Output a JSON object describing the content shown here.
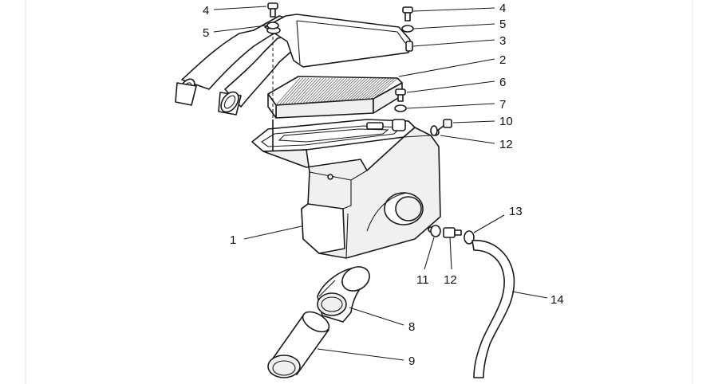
{
  "callouts": [
    {
      "id": "c4a",
      "label": "4"
    },
    {
      "id": "c5a",
      "label": "5"
    },
    {
      "id": "c4b",
      "label": "4"
    },
    {
      "id": "c5b",
      "label": "5"
    },
    {
      "id": "c3",
      "label": "3"
    },
    {
      "id": "c2",
      "label": "2"
    },
    {
      "id": "c6",
      "label": "6"
    },
    {
      "id": "c7",
      "label": "7"
    },
    {
      "id": "c10",
      "label": "10"
    },
    {
      "id": "c12a",
      "label": "12"
    },
    {
      "id": "c13",
      "label": "13"
    },
    {
      "id": "c1",
      "label": "1"
    },
    {
      "id": "c11",
      "label": "11"
    },
    {
      "id": "c12b",
      "label": "12"
    },
    {
      "id": "c14",
      "label": "14"
    },
    {
      "id": "c8",
      "label": "8"
    },
    {
      "id": "c9",
      "label": "9"
    }
  ]
}
